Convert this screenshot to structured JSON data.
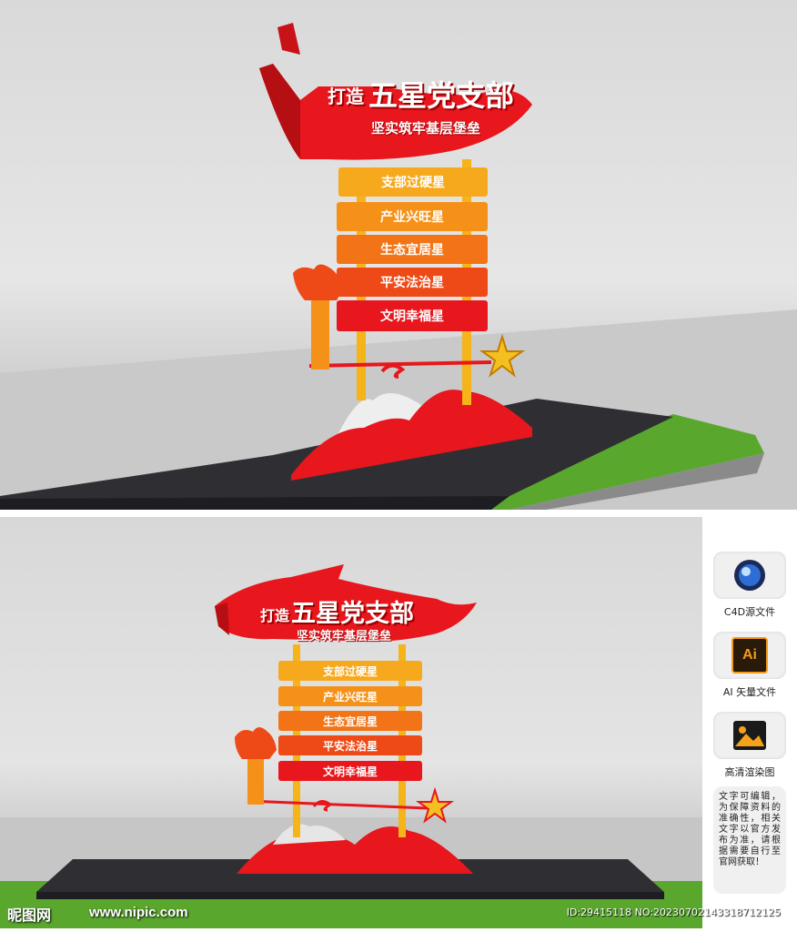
{
  "sign": {
    "title_prefix": "打造",
    "title_main": "五星党支部",
    "subtitle": "坚实筑牢基层堡垒",
    "stars": [
      "支部过硬星",
      "产业兴旺星",
      "生态宜居星",
      "平安法治星",
      "文明幸福星"
    ]
  },
  "colors": {
    "flag_red": "#e8161d",
    "plank_1": "#f7a91e",
    "plank_2": "#f59118",
    "plank_3": "#f27416",
    "plank_4": "#ee4a17",
    "plank_5": "#e8161d",
    "post_gold": "#f4b41a"
  },
  "sidebar": {
    "items": [
      {
        "icon": "c4d-icon",
        "label": "C4D源文件"
      },
      {
        "icon": "ai-icon",
        "icon_text": "Ai",
        "label": "AI 矢量文件"
      },
      {
        "icon": "image-icon",
        "label": "高清渲染图"
      }
    ],
    "notice": "文字可编辑，为保障资料的准确性，相关文字以官方发布为准，请根据需要自行至官网获取！"
  },
  "watermark": {
    "logo": "昵图网",
    "url": "www.nipic.com",
    "image_id": "ID:29415118 NO:20230702143318712125"
  }
}
